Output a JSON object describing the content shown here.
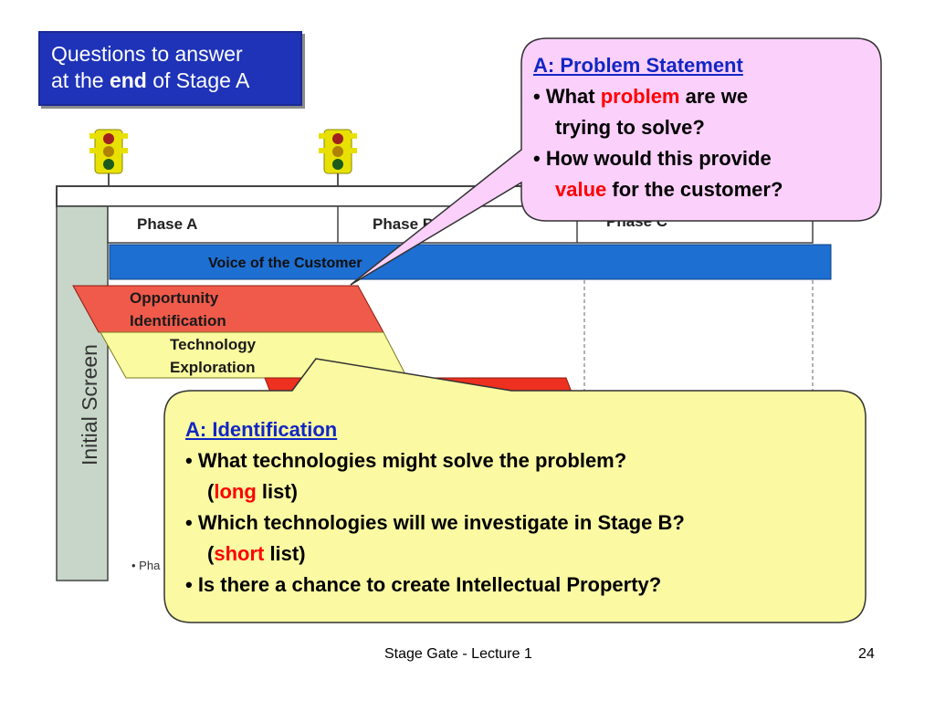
{
  "title": {
    "line1": "Questions to answer",
    "line2_pre": "at the ",
    "line2_bold": "end",
    "line2_post": " of Stage A"
  },
  "diagram": {
    "side_label": "Initial Screen",
    "phases": [
      "Phase A",
      "Phase B",
      "Phase C"
    ],
    "voice_bar": "Voice of the Customer",
    "opportunity": [
      "Opportunity",
      "Identification"
    ],
    "technology": [
      "Technology",
      "Exploration"
    ],
    "bottom_note": "• Pha",
    "colors": {
      "voice": "#1e6fd2",
      "opportunity": "#f05a4a",
      "technology": "#fafaa0",
      "screen": "#c7d6c8"
    }
  },
  "callout_a": {
    "heading": "A: Problem Statement",
    "b1_pre": "• What ",
    "b1_red": "problem",
    "b1_post": " are we",
    "b1_cont": "trying to solve?",
    "b2": "• How would this provide",
    "b2_red": "value",
    "b2_post": " for the customer?",
    "fill": "#fbd0fb"
  },
  "callout_b": {
    "heading": "A: Identification",
    "b1": "• What technologies might solve the problem?",
    "b1_open": "(",
    "b1_red": "long",
    "b1_close": " list)",
    "b2": "• Which technologies will we investigate in Stage B?",
    "b2_open": "(",
    "b2_red": "short",
    "b2_close": " list)",
    "b3": "• Is there a chance to create Intellectual Property?",
    "fill": "#fbfaa2"
  },
  "footer": {
    "title": "Stage Gate - Lecture 1",
    "page": "24"
  }
}
